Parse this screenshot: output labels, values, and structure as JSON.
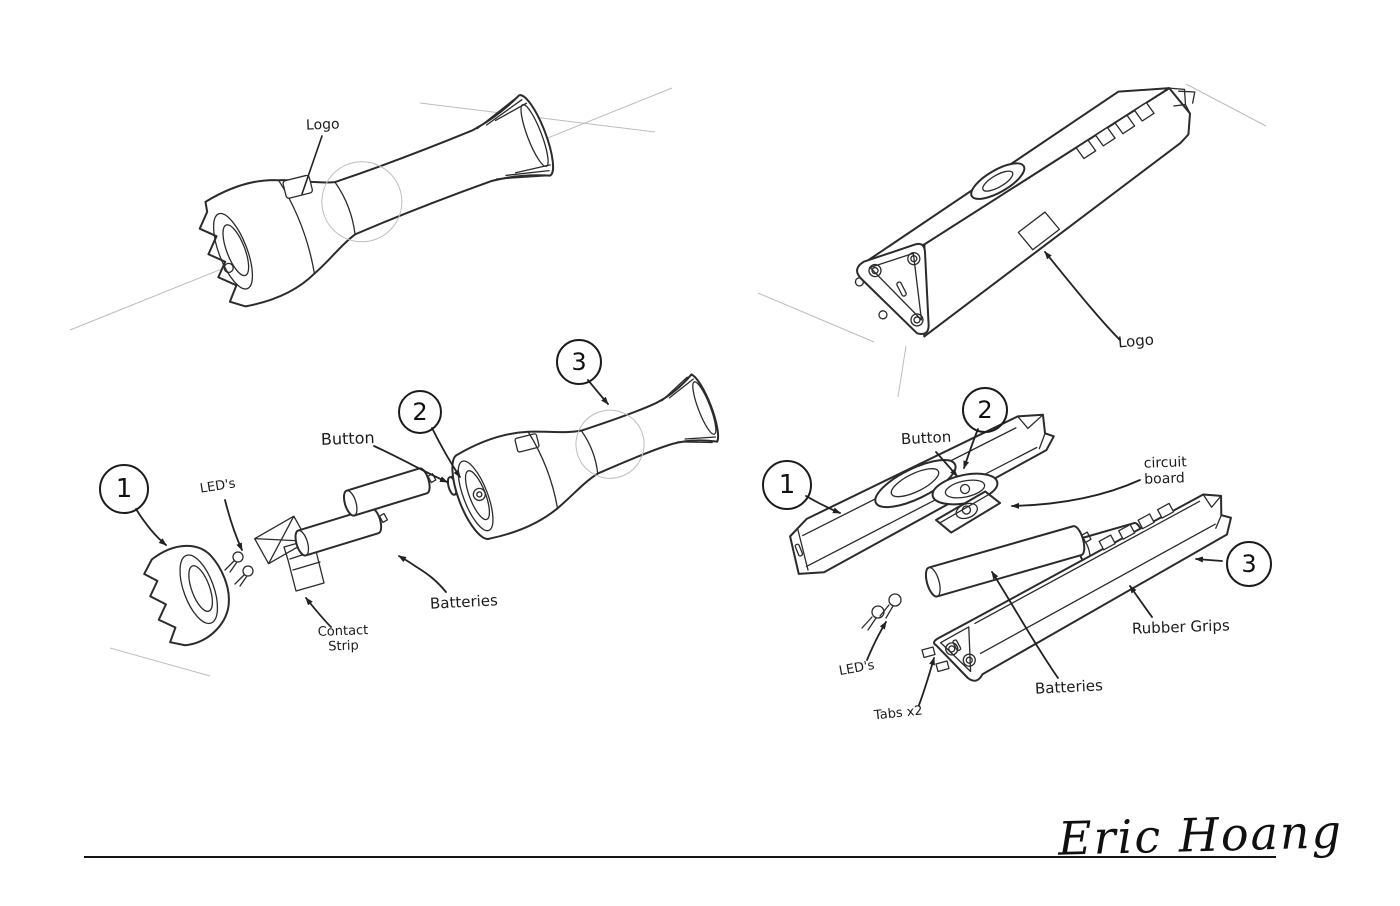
{
  "sketch": {
    "signature": "Eric Hoang",
    "top_left": {
      "logo_label": "Logo"
    },
    "top_right": {
      "logo_label": "Logo"
    },
    "exploded_left": {
      "callout_1": "1",
      "callout_2": "2",
      "callout_3": "3",
      "leds_label": "LED's",
      "button_label": "Button",
      "batteries_label": "Batteries",
      "contact_strip_label": "Contact\nStrip"
    },
    "exploded_right": {
      "callout_1": "1",
      "callout_2": "2",
      "callout_3": "3",
      "button_label": "Button",
      "circuit_board_label": "circuit\nboard",
      "leds_label": "LED's",
      "tabs_label": "Tabs x2",
      "batteries_label": "Batteries",
      "rubber_grips_label": "Rubber Grips"
    }
  }
}
